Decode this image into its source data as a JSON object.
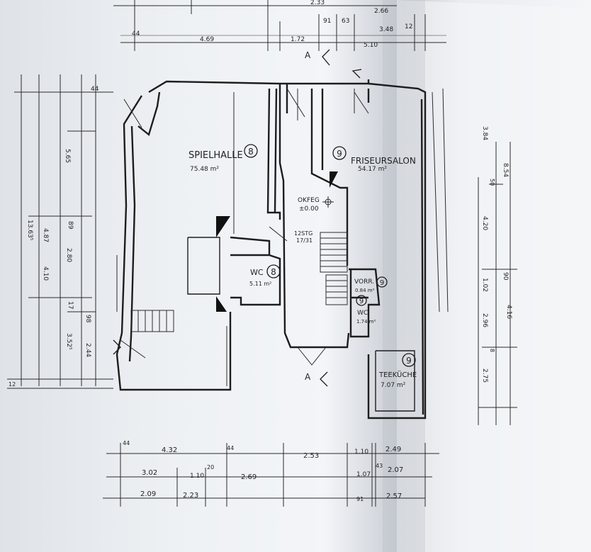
{
  "rooms": [
    {
      "number": "8",
      "name": "SPIELHALLE",
      "area": "75.48 m²"
    },
    {
      "number": "9",
      "name": "FRISEURSALON",
      "area": "54.17 m²"
    },
    {
      "number": "8",
      "name": "WC",
      "area": "5.11 m²"
    },
    {
      "number": "9",
      "name": "VORR.",
      "area": "0.84 m²"
    },
    {
      "number": "9",
      "name": "WC",
      "area": "1.74 m²"
    },
    {
      "number": "9",
      "name": "TEEKÜCHE",
      "area": "7.07 m²"
    }
  ],
  "level": {
    "name": "OKFEG",
    "value": "±0.00"
  },
  "stairs": {
    "steps": "12STG",
    "ratio": "17/31"
  },
  "section_marks": [
    "A",
    "A"
  ],
  "dims_top": [
    "2.33",
    "2.66",
    "44",
    "4.69",
    "1.72",
    "91",
    "63",
    "3.48",
    "12",
    "5.10"
  ],
  "dims_left": [
    "44",
    "5.65",
    "13.63⁵",
    "4.87",
    "89",
    "2.80",
    "4.10",
    "17",
    "98",
    "3.52⁵",
    "2.44",
    "12"
  ],
  "dims_right": [
    "3.84",
    "8.54",
    "50",
    "4.20",
    "90",
    "1.02",
    "4.16",
    "2.96",
    "8",
    "2.75"
  ],
  "dims_bottom_row1": [
    "44",
    "4.32",
    "44",
    "2.53",
    "1.10",
    "2.49"
  ],
  "dims_bottom_row2": [
    "3.02",
    "1.10",
    "20",
    "2.69",
    "1.07",
    "43",
    "2.07"
  ],
  "dims_bottom_row3": [
    "2.09",
    "2.23",
    "91",
    "2.57"
  ]
}
